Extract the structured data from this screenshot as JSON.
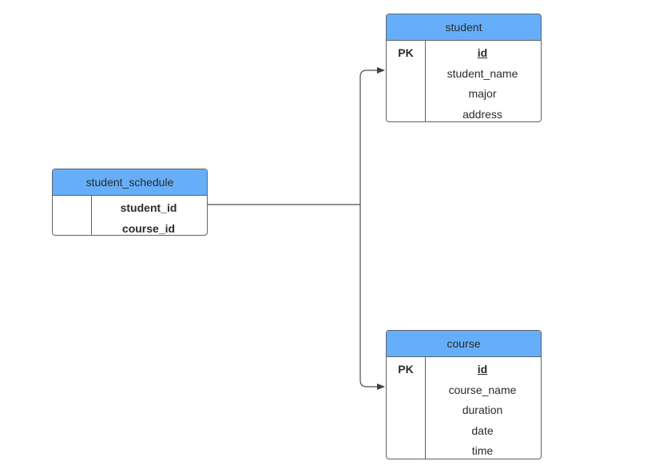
{
  "tables": {
    "student": {
      "title": "student",
      "rows": [
        {
          "key": "PK",
          "field": "id"
        },
        {
          "key": "",
          "field": "student_name"
        },
        {
          "key": "",
          "field": "major"
        },
        {
          "key": "",
          "field": "address"
        }
      ]
    },
    "student_schedule": {
      "title": "student_schedule",
      "rows": [
        {
          "key": "",
          "field": "student_id"
        },
        {
          "key": "",
          "field": "course_id"
        }
      ]
    },
    "course": {
      "title": "course",
      "rows": [
        {
          "key": "PK",
          "field": "id"
        },
        {
          "key": "",
          "field": "course_name"
        },
        {
          "key": "",
          "field": "duration"
        },
        {
          "key": "",
          "field": "date"
        },
        {
          "key": "",
          "field": "time"
        }
      ]
    }
  },
  "connectors": [
    {
      "from": "student_schedule",
      "to": "student",
      "end": "arrow"
    },
    {
      "from": "student_schedule",
      "to": "course",
      "end": "arrow"
    }
  ],
  "colors": {
    "header": "#66aef9",
    "border": "#5f6368",
    "line": "#4a4f55"
  }
}
